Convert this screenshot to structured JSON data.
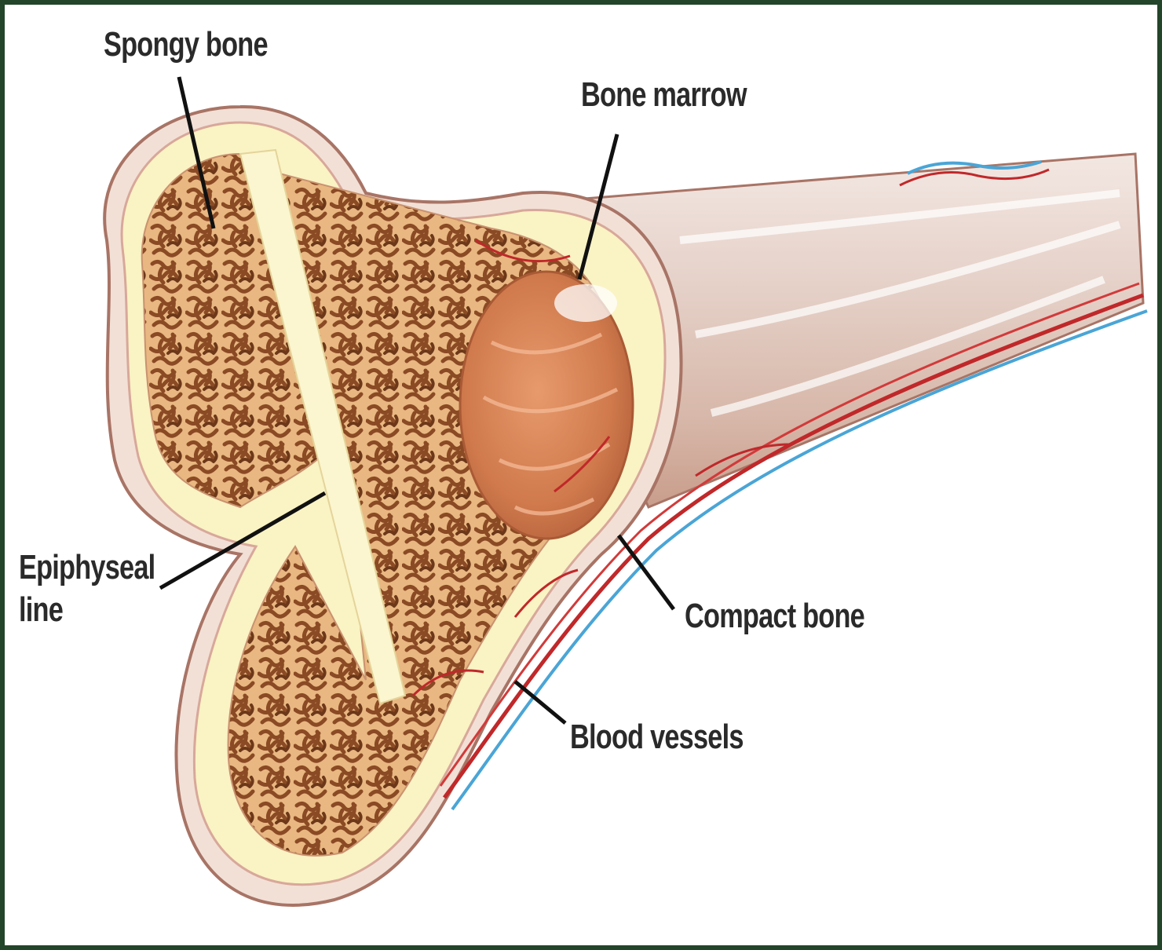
{
  "labels": {
    "spongy_bone": "Spongy bone",
    "bone_marrow": "Bone marrow",
    "epiphyseal_line_1": "Epiphyseal",
    "epiphyseal_line_2": "line",
    "compact_bone": "Compact bone",
    "blood_vessels": "Blood vessels"
  },
  "colors": {
    "frame": "#23452a",
    "background": "#ffffff",
    "bone_outline": "#b98a7e",
    "bone_surface": "#f2e0d6",
    "compact_layer": "#faf3c4",
    "spongy_fill": "#e9b781",
    "spongy_pores": "#8a4a24",
    "marrow": "#d47f50",
    "artery": "#c0282a",
    "vein": "#4aa5d6",
    "leader_line": "#111111",
    "label_text": "#2a2a2a"
  }
}
